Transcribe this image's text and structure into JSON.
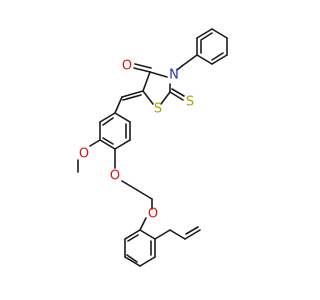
{
  "atoms": {
    "o_ketone": {
      "text": "O",
      "color": "#e01010"
    },
    "n_ring": {
      "text": "N",
      "color": "#2030c8"
    },
    "s_thione": {
      "text": "S",
      "color": "#b8a000"
    },
    "s_ring": {
      "text": "S",
      "color": "#b8a000"
    },
    "o_methoxy": {
      "text": "O",
      "color": "#e01010"
    },
    "o_ether1": {
      "text": "O",
      "color": "#e01010"
    },
    "o_ether2": {
      "text": "O",
      "color": "#e01010"
    }
  }
}
